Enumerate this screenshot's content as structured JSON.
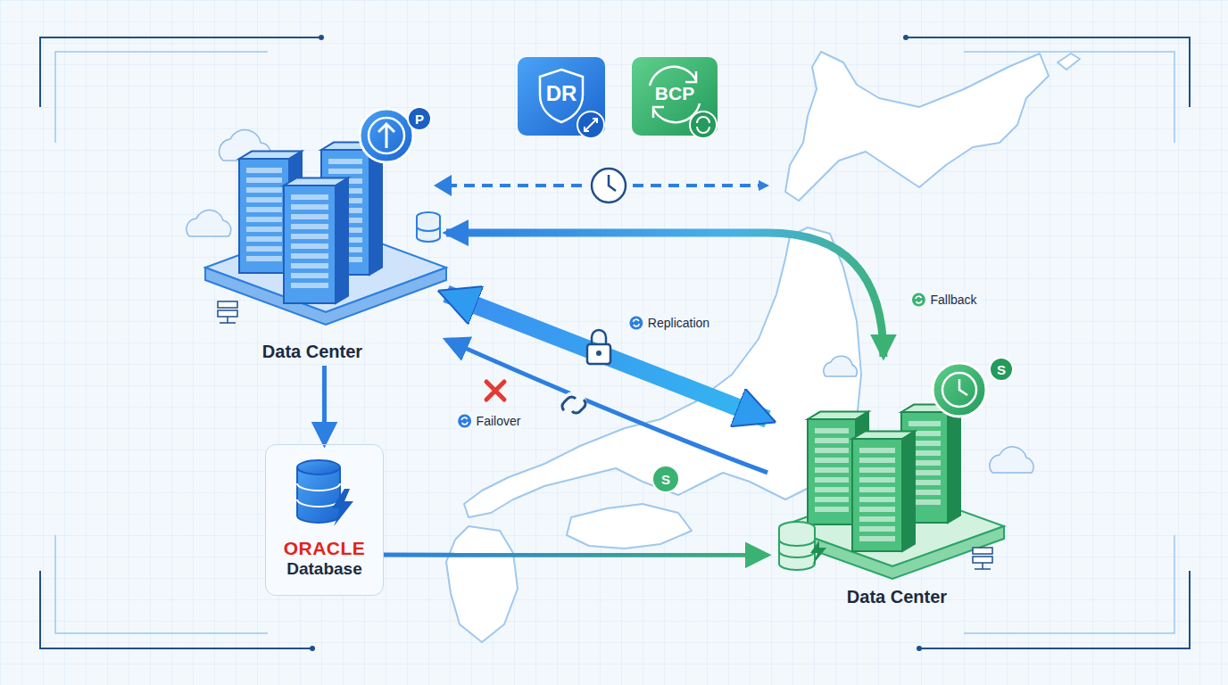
{
  "diagram": {
    "nodes": [
      {
        "text": [
          "DR"
        ]
      },
      {
        "text": [
          "BCP"
        ]
      },
      {
        "text": [
          "Data Center"
        ]
      },
      {
        "text": [
          "ORACLE",
          "Database"
        ]
      },
      {
        "text": [
          "Data Center"
        ]
      }
    ],
    "edges": [
      {
        "from": 2,
        "to": 3,
        "arrow": "to"
      },
      {
        "from": 3,
        "to": 4,
        "arrow": "to"
      },
      {
        "from": 2,
        "to": 4,
        "label": "Replication",
        "arrow": "both"
      },
      {
        "from": 4,
        "to": 2,
        "label": "Failover",
        "arrow": "to"
      },
      {
        "from": 2,
        "to": 4,
        "label": "Fallback",
        "arrow": "both"
      }
    ],
    "labels": [
      "P",
      "S",
      "S"
    ]
  }
}
